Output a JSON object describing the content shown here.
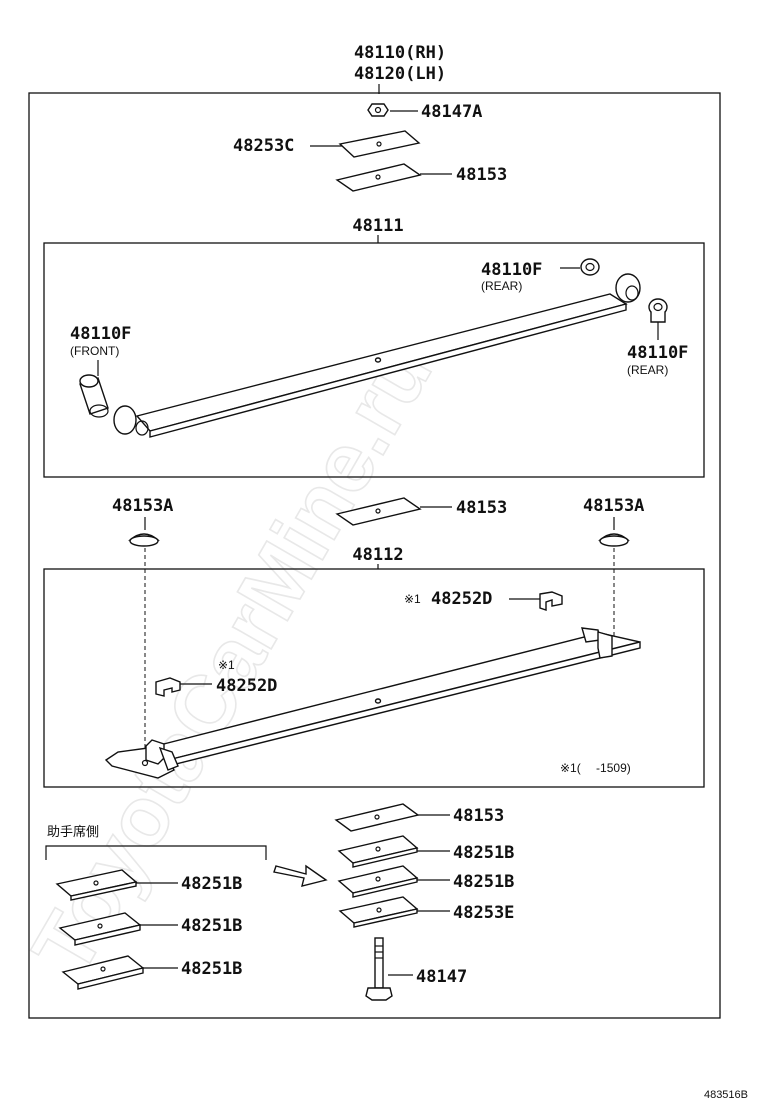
{
  "header": {
    "assembly_rh": "48110(RH)",
    "assembly_lh": "48120(LH)"
  },
  "top_parts": {
    "nut": "48147A",
    "plate_c": "48253C",
    "pad_top": "48153"
  },
  "leaf_no1": {
    "label": "48111",
    "bushing_rear_top": "48110F",
    "bushing_rear_top_note": "(REAR)",
    "bushing_front": "48110F",
    "bushing_front_note": "(FRONT)",
    "bushing_rear_bottom": "48110F",
    "bushing_rear_bottom_note": "(REAR)"
  },
  "middle_parts": {
    "pad_left": "48153A",
    "pad_center": "48153",
    "pad_right": "48153A"
  },
  "leaf_no2": {
    "label": "48112",
    "clip_right_mark": "※1",
    "clip_right": "48252D",
    "clip_left_mark": "※1",
    "clip_left": "48252D",
    "footnote": "※1(　 -1509)"
  },
  "bottom_parts": {
    "passenger_side": "助手席側",
    "left_spacer_1": "48251B",
    "left_spacer_2": "48251B",
    "left_spacer_3": "48251B",
    "stack_pad": "48153",
    "stack_spacer_1": "48251B",
    "stack_spacer_2": "48251B",
    "stack_plate_e": "48253E",
    "center_bolt": "48147"
  },
  "diagram_code": "483516B",
  "watermark": "ToyotaCarMine.ru"
}
